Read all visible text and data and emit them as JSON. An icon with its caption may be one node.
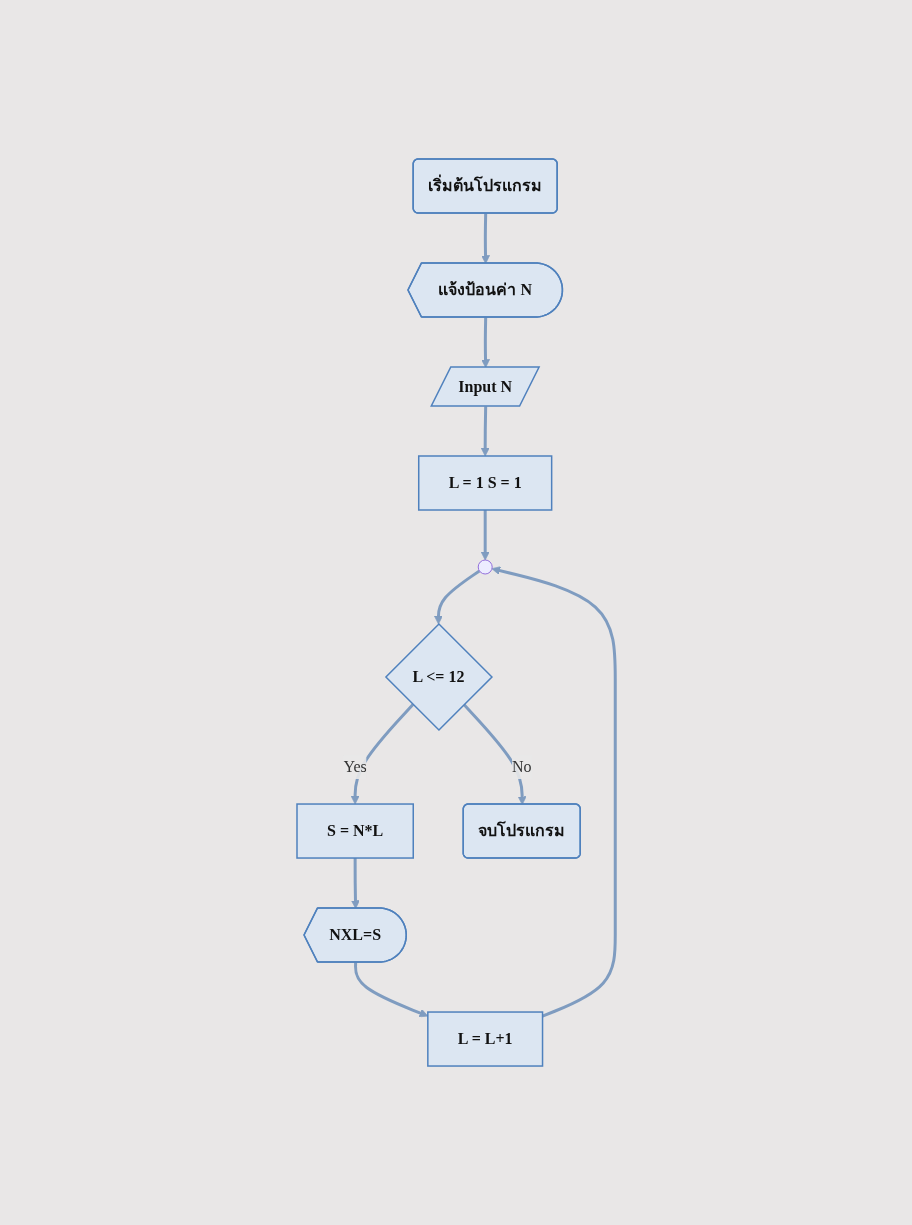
{
  "diagram": {
    "nodes": [
      {
        "text": [
          "เริ่มต้นโปรแกรม"
        ]
      },
      {
        "text": [
          "แจ้งป้อนค่า N"
        ]
      },
      {
        "text": [
          "Input N"
        ]
      },
      {
        "text": [
          "L = 1 S = 1"
        ]
      },
      {
        "text": [],
        "shape": "circle"
      },
      {
        "text": [
          "L <= 12"
        ]
      },
      {
        "text": [
          "S = N*L"
        ]
      },
      {
        "text": [
          "NXL=S"
        ]
      },
      {
        "text": [
          "L = L+1"
        ]
      },
      {
        "text": [
          "จบโปรแกรม"
        ]
      }
    ],
    "edges": [
      {
        "from": 0,
        "to": 1,
        "arrow": "to"
      },
      {
        "from": 1,
        "to": 2,
        "arrow": "to"
      },
      {
        "from": 2,
        "to": 3,
        "arrow": "to"
      },
      {
        "from": 3,
        "to": 4,
        "arrow": "to"
      },
      {
        "from": 4,
        "to": 5,
        "arrow": "to"
      },
      {
        "from": 5,
        "to": 6,
        "arrow": "to",
        "label": "Yes"
      },
      {
        "from": 6,
        "to": 7,
        "arrow": "to"
      },
      {
        "from": 7,
        "to": 8,
        "arrow": "to"
      },
      {
        "from": 8,
        "to": 4,
        "arrow": "to"
      },
      {
        "from": 5,
        "to": 9,
        "arrow": "to",
        "label": "No"
      }
    ]
  }
}
